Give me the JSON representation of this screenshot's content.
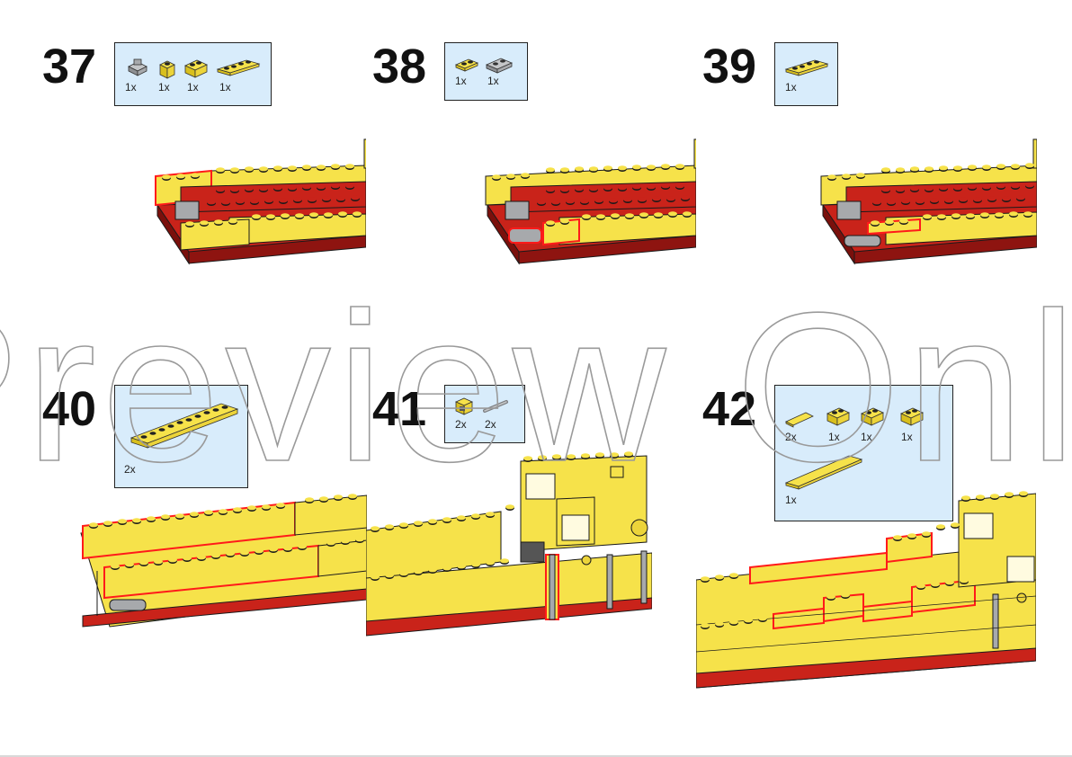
{
  "steps": [
    {
      "number": "37",
      "parts": [
        {
          "name": "gray-clip-plate",
          "qty": "1x"
        },
        {
          "name": "yellow-1x1-brick-with-stud",
          "qty": "1x"
        },
        {
          "name": "yellow-1x2-brick",
          "qty": "1x"
        },
        {
          "name": "yellow-1x4-plate",
          "qty": "1x"
        }
      ]
    },
    {
      "number": "38",
      "parts": [
        {
          "name": "yellow-1x2-plate",
          "qty": "1x"
        },
        {
          "name": "gray-1x2-clip-plate",
          "qty": "1x"
        }
      ]
    },
    {
      "number": "39",
      "parts": [
        {
          "name": "yellow-1x4-plate",
          "qty": "1x"
        }
      ]
    },
    {
      "number": "40",
      "parts": [
        {
          "name": "yellow-1x10-plate",
          "qty": "2x"
        }
      ]
    },
    {
      "number": "41",
      "parts": [
        {
          "name": "yellow-1x1-brick-with-clip",
          "qty": "2x"
        },
        {
          "name": "gray-bar",
          "qty": "2x"
        }
      ]
    },
    {
      "number": "42",
      "parts": [
        {
          "name": "yellow-1x4-tile",
          "qty": "2x"
        },
        {
          "name": "yellow-1x2-brick",
          "qty": "1x"
        },
        {
          "name": "yellow-1x2-brick-b",
          "qty": "1x"
        },
        {
          "name": "yellow-1x2-brick-c",
          "qty": "1x"
        },
        {
          "name": "yellow-1x8-tile",
          "qty": "1x"
        }
      ]
    }
  ],
  "watermark": "Preview Only",
  "colors": {
    "yellow": "#f6e24a",
    "yellow_dark": "#d8bf1e",
    "red": "#c9231a",
    "red_dark": "#8e1410",
    "gray": "#a7a9ac",
    "box_fill": "#d8ecfb",
    "highlight": "#ff1a1a"
  }
}
